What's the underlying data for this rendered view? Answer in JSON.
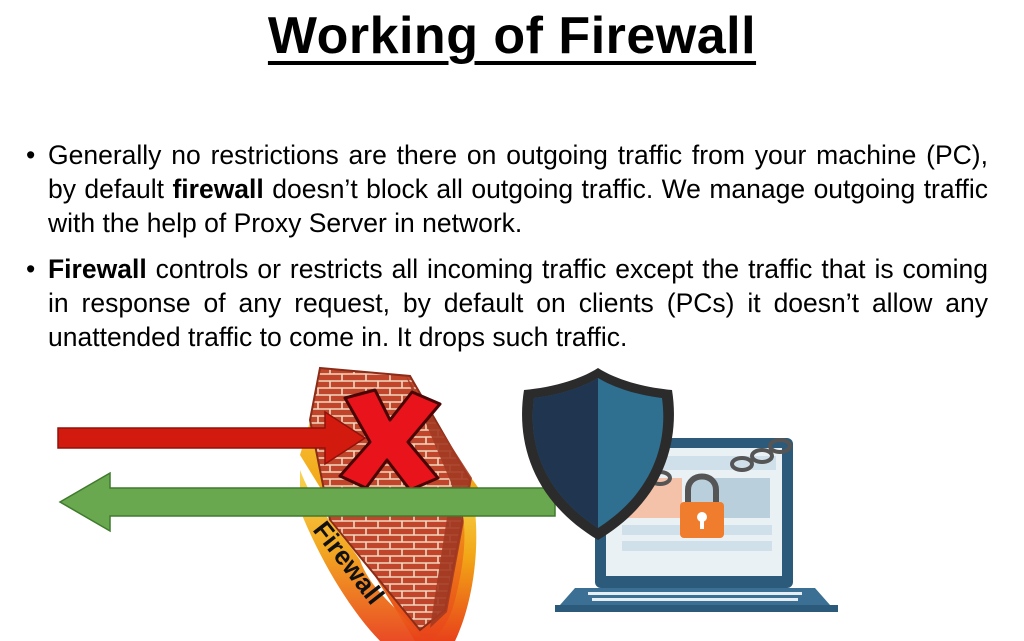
{
  "slide": {
    "title": "Working of Firewall",
    "bullets": [
      {
        "before": "Generally no restrictions are there on outgoing traffic from your machine (PC), by default ",
        "bold": "firewall",
        "after": " doesn’t block all outgoing traffic. We manage outgoing traffic with the help of Proxy Server in network."
      },
      {
        "before": "",
        "bold": "Firewall",
        "after": " controls or restricts all incoming traffic except the traffic that is coming in response of any request, by default on clients (PCs) it doesn’t allow any unattended traffic to come in. It drops such traffic."
      }
    ]
  },
  "illustration": {
    "wall_label": "Firewall",
    "incoming_arrow_color": "#d21a0f",
    "outgoing_arrow_color": "#6aa84f",
    "block_mark_color": "#e8131b",
    "brick_color": "#c0452a",
    "flame_color": "#f2a516",
    "shield_dark": "#1f3550",
    "shield_light": "#2f6f90",
    "laptop_color": "#2b5a7a",
    "lock_color": "#ef7d2d",
    "icons": [
      "incoming-arrow-icon",
      "outgoing-arrow-icon",
      "block-x-icon",
      "brick-wall-icon",
      "shield-icon",
      "laptop-icon",
      "padlock-icon",
      "chain-icon"
    ]
  }
}
